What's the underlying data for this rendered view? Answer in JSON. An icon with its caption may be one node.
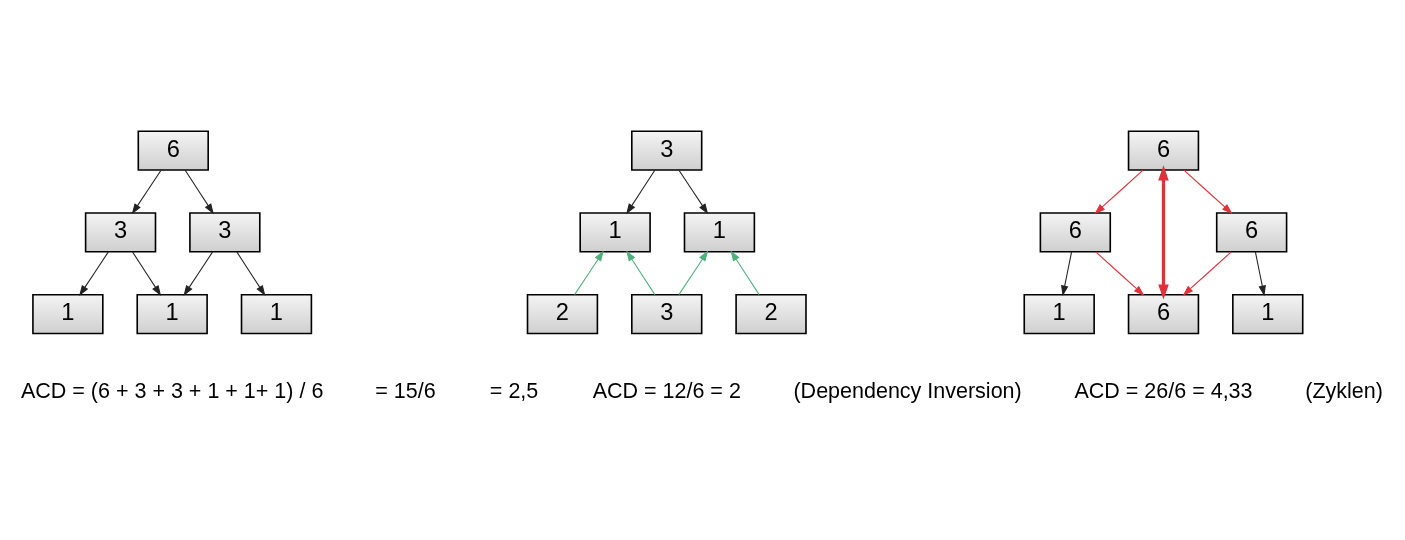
{
  "diagram": {
    "nodes": [
      {
        "text": [
          "6"
        ]
      },
      {
        "text": [
          "3"
        ]
      },
      {
        "text": [
          "3"
        ]
      },
      {
        "text": [
          "1"
        ]
      },
      {
        "text": [
          "1"
        ]
      },
      {
        "text": [
          "1"
        ]
      },
      {
        "text": [
          "3"
        ]
      },
      {
        "text": [
          "1"
        ]
      },
      {
        "text": [
          "1"
        ]
      },
      {
        "text": [
          "2"
        ]
      },
      {
        "text": [
          "3"
        ]
      },
      {
        "text": [
          "2"
        ]
      },
      {
        "text": [
          "6"
        ]
      },
      {
        "text": [
          "6"
        ]
      },
      {
        "text": [
          "6"
        ]
      },
      {
        "text": [
          "1"
        ]
      },
      {
        "text": [
          "6"
        ]
      },
      {
        "text": [
          "1"
        ]
      }
    ],
    "edges": [
      {
        "from": 0,
        "to": 1,
        "arrow": "to"
      },
      {
        "from": 0,
        "to": 2,
        "arrow": "to"
      },
      {
        "from": 1,
        "to": 3,
        "arrow": "to"
      },
      {
        "from": 1,
        "to": 4,
        "arrow": "to"
      },
      {
        "from": 2,
        "to": 4,
        "arrow": "to"
      },
      {
        "from": 2,
        "to": 5,
        "arrow": "to"
      },
      {
        "from": 6,
        "to": 7,
        "arrow": "to"
      },
      {
        "from": 6,
        "to": 8,
        "arrow": "to"
      },
      {
        "from": 9,
        "to": 7,
        "arrow": "to",
        "color": "#4fb07a"
      },
      {
        "from": 10,
        "to": 7,
        "arrow": "to",
        "color": "#4fb07a"
      },
      {
        "from": 10,
        "to": 8,
        "arrow": "to",
        "color": "#4fb07a"
      },
      {
        "from": 11,
        "to": 8,
        "arrow": "to",
        "color": "#4fb07a"
      },
      {
        "from": 12,
        "to": 13,
        "arrow": "to",
        "color": "#e0303a"
      },
      {
        "from": 12,
        "to": 14,
        "arrow": "to",
        "color": "#e0303a"
      },
      {
        "from": 12,
        "to": 16,
        "arrow": "both",
        "style": "thick",
        "color": "#e0303a"
      },
      {
        "from": 13,
        "to": 15,
        "arrow": "to"
      },
      {
        "from": 13,
        "to": 16,
        "arrow": "to",
        "color": "#e0303a"
      },
      {
        "from": 14,
        "to": 16,
        "arrow": "to",
        "color": "#e0303a"
      },
      {
        "from": 14,
        "to": 17,
        "arrow": "to"
      }
    ],
    "labels": [
      "ACD = (6 + 3 + 3 + 1 + 1+ 1) / 6",
      "= 15/6",
      "= 2,5",
      "ACD = 12/6 = 2",
      "(Dependency Inversion)",
      "ACD = 26/6 = 4,33",
      "(Zyklen)"
    ]
  }
}
